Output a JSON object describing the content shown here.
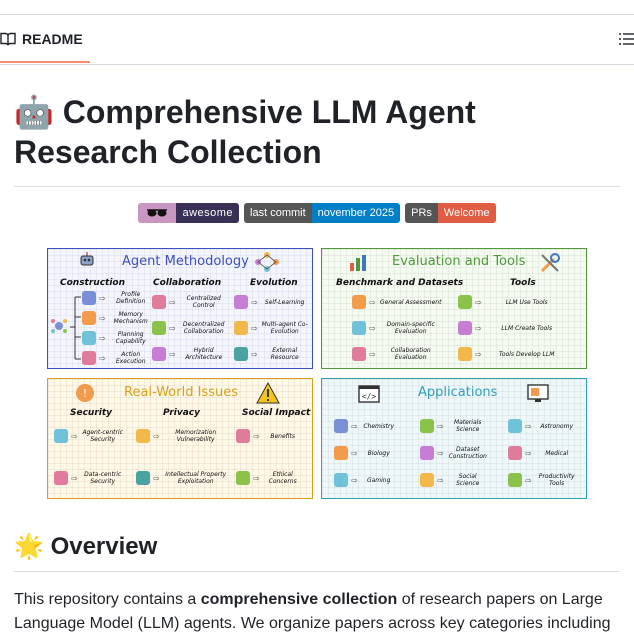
{
  "tab": {
    "label": "README"
  },
  "title": "Comprehensive LLM Agent Research Collection",
  "title_emoji": "🤖",
  "badges": [
    {
      "left": "",
      "right": "awesome",
      "left_color": "#c996c2",
      "right_color": "#3a2f55",
      "icon": "sunglasses-icon"
    },
    {
      "left": "last commit",
      "right": "november 2025",
      "left_color": "#555555",
      "right_color": "#007ec6"
    },
    {
      "left": "PRs",
      "right": "Welcome",
      "left_color": "#555555",
      "right_color": "#e05d44"
    }
  ],
  "figure": {
    "methodology": {
      "title": "Agent Methodology",
      "color": "#3b4fbf",
      "cols": [
        "Construction",
        "Collaboration",
        "Evolution"
      ],
      "construction": [
        "Profile Definition",
        "Memory Mechanism",
        "Planning Capability",
        "Action Execution"
      ],
      "collaboration": [
        "Centralized Control",
        "Decentralized Collaboration",
        "Hybrid Architecture"
      ],
      "evolution": [
        "Self-Learning",
        "Multi-agent Co-Evolution",
        "External Resource"
      ]
    },
    "evaluation": {
      "title": "Evaluation and Tools",
      "color": "#4e9a3a",
      "cols": [
        "Benchmark and Datasets",
        "Tools"
      ],
      "benchmark": [
        "General Assessment",
        "Domain-specific Evaluation",
        "Collaboration Evaluation"
      ],
      "tools": [
        "LLM Use Tools",
        "LLM Create Tools",
        "Tools Develop LLM"
      ]
    },
    "issues": {
      "title": "Real-World Issues",
      "color": "#d9a21b",
      "cols": [
        "Security",
        "Privacy",
        "Social Impact"
      ],
      "security": [
        "Agent-centric Security",
        "Data-centric Security"
      ],
      "privacy": [
        "Memorization Vulnerability",
        "Intellectual Property Exploitation"
      ],
      "social": [
        "Benefits",
        "Ethical Concerns"
      ]
    },
    "applications": {
      "title": "Applications",
      "color": "#2f9fb8",
      "col1": [
        "Chemistry",
        "Biology",
        "Gaming"
      ],
      "col2": [
        "Materials Science",
        "Dataset Construction",
        "Social Science"
      ],
      "col3": [
        "Astronomy",
        "Medical",
        "Productivity Tools"
      ]
    }
  },
  "overview": {
    "emoji": "🌟",
    "heading": "Overview",
    "para_before": "This repository contains a ",
    "para_bold": "comprehensive collection",
    "para_after": " of research papers on Large Language Model (LLM) agents. We organize papers across key categories including"
  }
}
